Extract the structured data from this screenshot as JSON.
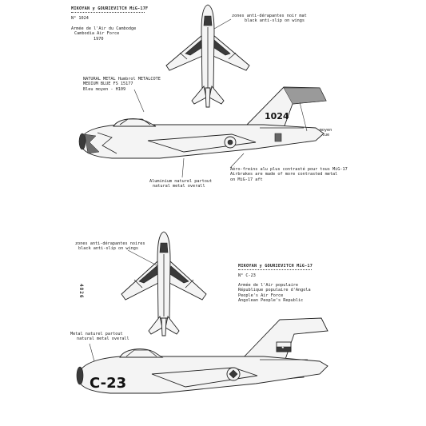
{
  "aircraft_1": {
    "header": [
      "MIKOYAN y GOURIEVITCH MiG-17F",
      "N° 1024",
      "Armée de l'Air du Cambodge",
      "Cambodia Air Force",
      "1970"
    ],
    "label_anti_slip": [
      "zones anti-dérapantes noir mat",
      "black anti-slip on wings"
    ],
    "label_colors": [
      "NATURAL METAL Humbrol METALCOTE",
      "MEDIUM BLUE FS 15177",
      "Bleu moyen - H109"
    ],
    "label_blue": [
      "bleu moyen",
      "med. blue"
    ],
    "label_airbrakes": [
      "Aéro-freins alu plus contrasté pour tous MiG-17",
      "Airbrakes are made of more contrasted metal",
      "on MiG-17 aft"
    ],
    "label_overall": [
      "Aluminium naturel partout",
      "natural metal overall"
    ],
    "serial": "1024"
  },
  "aircraft_2": {
    "header": [
      "MIKOYAN y GOURIEVITCH MiG-17",
      "N° C-23",
      "Armée de l'Air populaire",
      "République populaire d'Angola",
      "People's Air Force",
      "Angolean People's Republic"
    ],
    "label_anti_slip": [
      "zones anti-dérapantes noires",
      "black anti-slip on wings"
    ],
    "label_overall": [
      "Metal naturel partout",
      "natural metal overall"
    ],
    "serial": "C-23"
  },
  "sheet_number": "4826"
}
